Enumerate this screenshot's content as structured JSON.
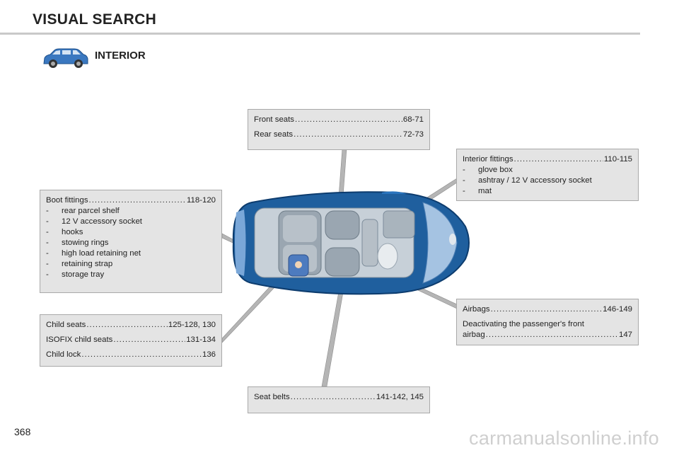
{
  "header": {
    "title": "VISUAL SEARCH"
  },
  "section": {
    "title": "INTERIOR",
    "icon": "car-icon"
  },
  "boxes": {
    "seats": {
      "entries": [
        {
          "label": "Front seats",
          "pages": "68-71"
        },
        {
          "label": "Rear seats",
          "pages": "72-73"
        }
      ]
    },
    "interior_fittings": {
      "entries": [
        {
          "label": "Interior fittings",
          "pages": "110-115"
        }
      ],
      "items": [
        "glove box",
        "ashtray / 12 V accessory socket",
        "mat"
      ]
    },
    "boot_fittings": {
      "entries": [
        {
          "label": "Boot fittings",
          "pages": "118-120"
        }
      ],
      "items": [
        "rear parcel shelf",
        "12 V accessory socket",
        "hooks",
        "stowing rings",
        "high load retaining net",
        "retaining strap",
        "storage tray"
      ]
    },
    "child_seats": {
      "entries": [
        {
          "label": "Child seats",
          "pages": "125-128, 130"
        },
        {
          "label": "ISOFIX child seats",
          "pages": "131-134"
        },
        {
          "label": "Child lock",
          "pages": "136"
        }
      ]
    },
    "airbags": {
      "entries": [
        {
          "label": "Airbags",
          "pages": "146-149"
        }
      ],
      "deactivating_line1": "Deactivating the passenger's front",
      "deactivating_line2_label": "airbag",
      "deactivating_pages": "147"
    },
    "seat_belts": {
      "entries": [
        {
          "label": "Seat belts",
          "pages": "141-142, 145"
        }
      ]
    }
  },
  "footer": {
    "page_number": "368",
    "watermark": "carmanualsonline.info"
  },
  "colors": {
    "car_body": "#1f5f9e",
    "box_fill": "#e4e4e4",
    "box_border": "#a9a9a9",
    "leader_line": "#b5b5b5"
  },
  "list_marker": "-"
}
